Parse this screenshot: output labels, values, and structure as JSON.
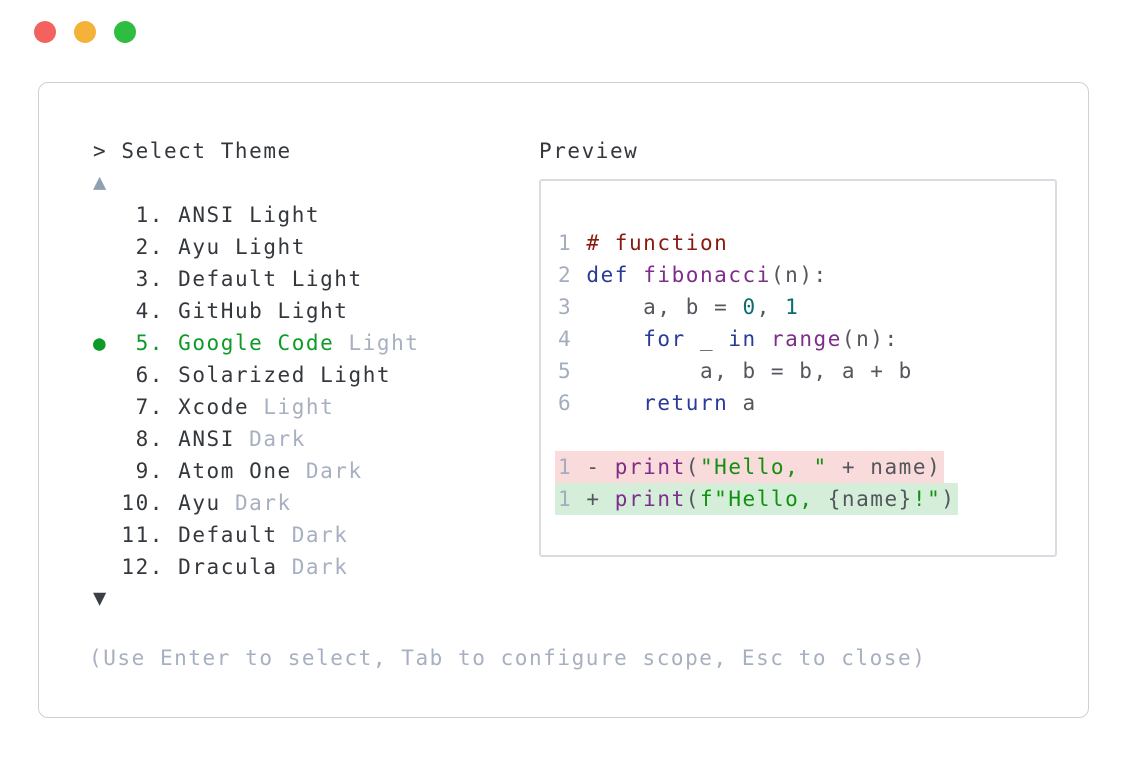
{
  "colors": {
    "traffic-red": "#f4625e",
    "traffic-yellow": "#f5b23a",
    "traffic-green": "#2dbd40",
    "window-border": "#cdd1d8",
    "panel-border": "#d9dce1",
    "text": "#34373c",
    "muted": "#a7b0c0",
    "arrow-up": "#8fa0b3",
    "arrow-down": "#3c3f43",
    "selected-green": "#0d9b28",
    "tok-ln": "#a3adbe",
    "tok-pln": "#53565c",
    "tok-com": "#8a1a10",
    "tok-kwd": "#2a3a99",
    "tok-typ": "#7e2d8b",
    "tok-lit": "#0b6e6e",
    "tok-str": "#129012",
    "diff-minus-bg": "#fadbdb",
    "diff-plus-bg": "#d5eeda"
  },
  "window_controls": {
    "close_icon": "circle",
    "minimize_icon": "circle",
    "maximize_icon": "circle"
  },
  "selector": {
    "prompt": "> Select Theme",
    "scroll_up": "▲",
    "scroll_down": "▼",
    "bullet": "●",
    "items": [
      {
        "num": " 1",
        "name": "ANSI",
        "variant": "Light",
        "selected": false,
        "variant_muted": false
      },
      {
        "num": " 2",
        "name": "Ayu",
        "variant": "Light",
        "selected": false,
        "variant_muted": false
      },
      {
        "num": " 3",
        "name": "Default",
        "variant": "Light",
        "selected": false,
        "variant_muted": false
      },
      {
        "num": " 4",
        "name": "GitHub",
        "variant": "Light",
        "selected": false,
        "variant_muted": false
      },
      {
        "num": " 5",
        "name": "Google Code",
        "variant": "Light",
        "selected": true,
        "variant_muted": true
      },
      {
        "num": " 6",
        "name": "Solarized",
        "variant": "Light",
        "selected": false,
        "variant_muted": false
      },
      {
        "num": " 7",
        "name": "Xcode",
        "variant": "Light",
        "selected": false,
        "variant_muted": true
      },
      {
        "num": " 8",
        "name": "ANSI",
        "variant": "Dark",
        "selected": false,
        "variant_muted": true
      },
      {
        "num": " 9",
        "name": "Atom One",
        "variant": "Dark",
        "selected": false,
        "variant_muted": true
      },
      {
        "num": "10",
        "name": "Ayu",
        "variant": "Dark",
        "selected": false,
        "variant_muted": true
      },
      {
        "num": "11",
        "name": "Default",
        "variant": "Dark",
        "selected": false,
        "variant_muted": true
      },
      {
        "num": "12",
        "name": "Dracula",
        "variant": "Dark",
        "selected": false,
        "variant_muted": true
      }
    ],
    "hint": "(Use Enter to select, Tab to configure scope, Esc to close)"
  },
  "preview": {
    "label": "Preview",
    "code_lines": [
      [
        [
          "ln",
          "1"
        ],
        [
          "pln",
          " "
        ],
        [
          "com",
          "# function"
        ]
      ],
      [
        [
          "ln",
          "2"
        ],
        [
          "pln",
          " "
        ],
        [
          "kwd",
          "def"
        ],
        [
          "pln",
          " "
        ],
        [
          "typ",
          "fibonacci"
        ],
        [
          "pln",
          "(n):"
        ]
      ],
      [
        [
          "ln",
          "3"
        ],
        [
          "pln",
          "     a, b = "
        ],
        [
          "lit",
          "0"
        ],
        [
          "pln",
          ", "
        ],
        [
          "lit",
          "1"
        ]
      ],
      [
        [
          "ln",
          "4"
        ],
        [
          "pln",
          "     "
        ],
        [
          "kwd",
          "for"
        ],
        [
          "pln",
          " _ "
        ],
        [
          "kwd",
          "in"
        ],
        [
          "pln",
          " "
        ],
        [
          "typ",
          "range"
        ],
        [
          "pln",
          "(n):"
        ]
      ],
      [
        [
          "ln",
          "5"
        ],
        [
          "pln",
          "         a, b = b, a + b"
        ]
      ],
      [
        [
          "ln",
          "6"
        ],
        [
          "pln",
          "     "
        ],
        [
          "kwd",
          "return"
        ],
        [
          "pln",
          " a"
        ]
      ],
      []
    ],
    "diff_lines": [
      {
        "type": "removed",
        "tokens": [
          [
            "ln",
            "1"
          ],
          [
            "pln",
            " - "
          ],
          [
            "typ",
            "print"
          ],
          [
            "pln",
            "("
          ],
          [
            "str",
            "\"Hello, \""
          ],
          [
            "pln",
            " + name)"
          ]
        ]
      },
      {
        "type": "added",
        "tokens": [
          [
            "ln",
            "1"
          ],
          [
            "pln",
            " + "
          ],
          [
            "typ",
            "print"
          ],
          [
            "pln",
            "("
          ],
          [
            "str",
            "f\"Hello, "
          ],
          [
            "pln",
            "{name}"
          ],
          [
            "str",
            "!\""
          ],
          [
            "pln",
            ")"
          ]
        ]
      }
    ]
  }
}
